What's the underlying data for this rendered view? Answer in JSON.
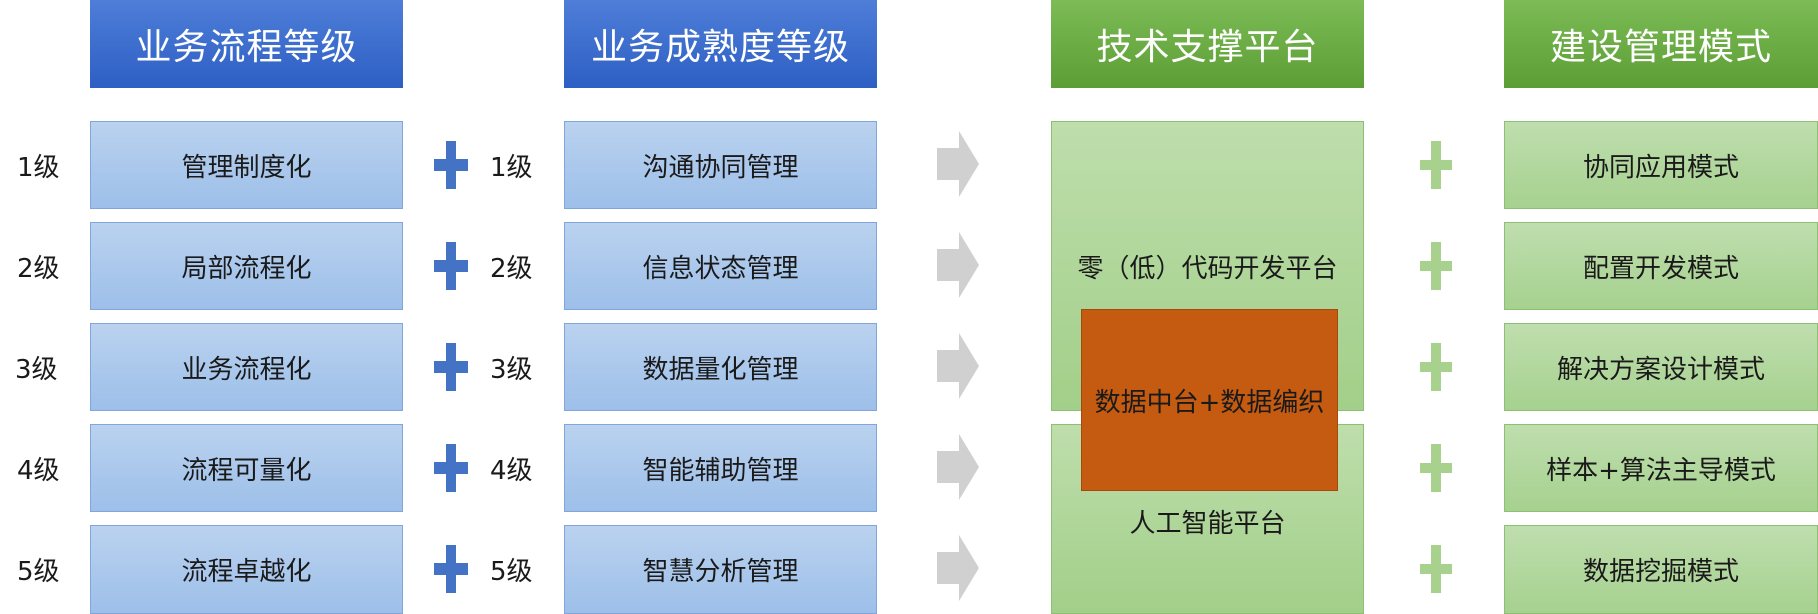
{
  "headers": {
    "process_level": "业务流程等级",
    "maturity_level": "业务成熟度等级",
    "tech_platform": "技术支撑平台",
    "management_mode": "建设管理模式"
  },
  "levels": [
    "1级",
    "2级",
    "3级",
    "4级",
    "5级"
  ],
  "process_items": [
    "管理制度化",
    "局部流程化",
    "业务流程化",
    "流程可量化",
    "流程卓越化"
  ],
  "maturity_items": [
    "沟通协同管理",
    "信息状态管理",
    "数据量化管理",
    "智能辅助管理",
    "智慧分析管理"
  ],
  "platforms": {
    "low_code": "零（低）代码开发平台",
    "ai": "人工智能平台",
    "data_core": "数据中台+数据编织"
  },
  "modes": [
    "协同应用模式",
    "配置开发模式",
    "解决方案设计模式",
    "样本+算法主导模式",
    "数据挖掘模式"
  ],
  "colors": {
    "blue_header": "#3a6bd0",
    "green_header": "#6aaa44",
    "blue_box": "#a9c8ec",
    "green_box": "#b3d79e",
    "core": "#c55a11",
    "plus_blue": "#4472c4",
    "plus_green": "#a9d18e",
    "arrow_gray": "#d0d0d0"
  },
  "icons": {
    "plus": "plus-icon",
    "arrow": "right-arrow-icon"
  }
}
